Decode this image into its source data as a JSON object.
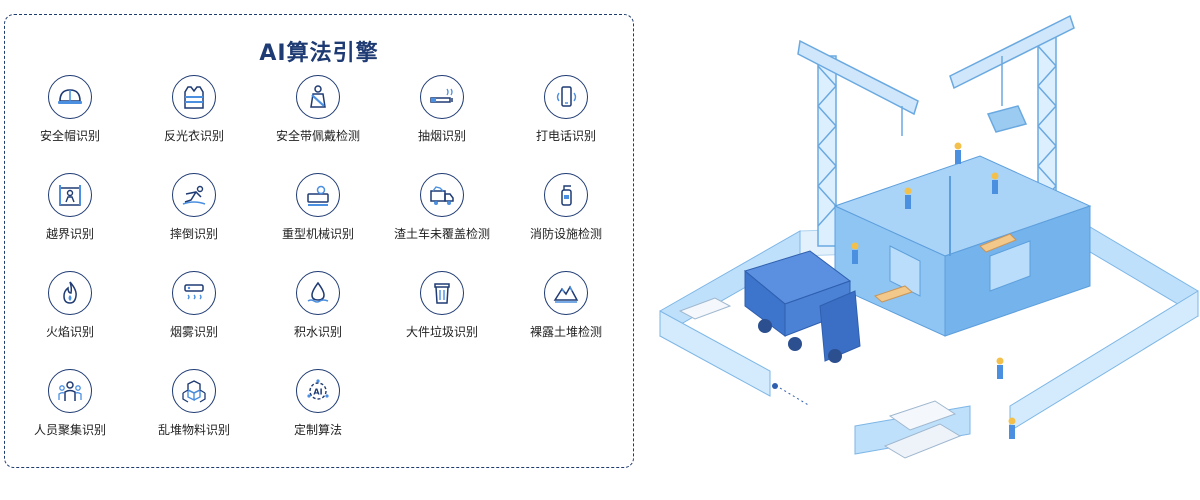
{
  "title": "AI算法引擎",
  "items": [
    {
      "label": "安全帽识别",
      "icon": "helmet-icon"
    },
    {
      "label": "反光衣识别",
      "icon": "reflective-vest-icon"
    },
    {
      "label": "安全带佩戴检测",
      "icon": "seatbelt-icon"
    },
    {
      "label": "抽烟识别",
      "icon": "cigarette-icon"
    },
    {
      "label": "打电话识别",
      "icon": "phone-call-icon"
    },
    {
      "label": "越界识别",
      "icon": "boundary-icon"
    },
    {
      "label": "摔倒识别",
      "icon": "fall-icon"
    },
    {
      "label": "重型机械识别",
      "icon": "heavy-machinery-icon"
    },
    {
      "label": "渣土车未覆盖检测",
      "icon": "dump-truck-icon"
    },
    {
      "label": "消防设施检测",
      "icon": "fire-extinguisher-icon"
    },
    {
      "label": "火焰识别",
      "icon": "flame-icon"
    },
    {
      "label": "烟雾识别",
      "icon": "smoke-detector-icon"
    },
    {
      "label": "积水识别",
      "icon": "water-icon"
    },
    {
      "label": "大件垃圾识别",
      "icon": "trash-bin-icon"
    },
    {
      "label": "裸露土堆检测",
      "icon": "soil-pile-icon"
    },
    {
      "label": "人员聚集识别",
      "icon": "crowd-icon"
    },
    {
      "label": "乱堆物料识别",
      "icon": "material-boxes-icon"
    },
    {
      "label": "定制算法",
      "icon": "custom-ai-icon"
    }
  ],
  "colors": {
    "accent": "#1f3b73",
    "icon_blue": "#4a8fe0",
    "scene_blue": "#8ec5f3"
  }
}
